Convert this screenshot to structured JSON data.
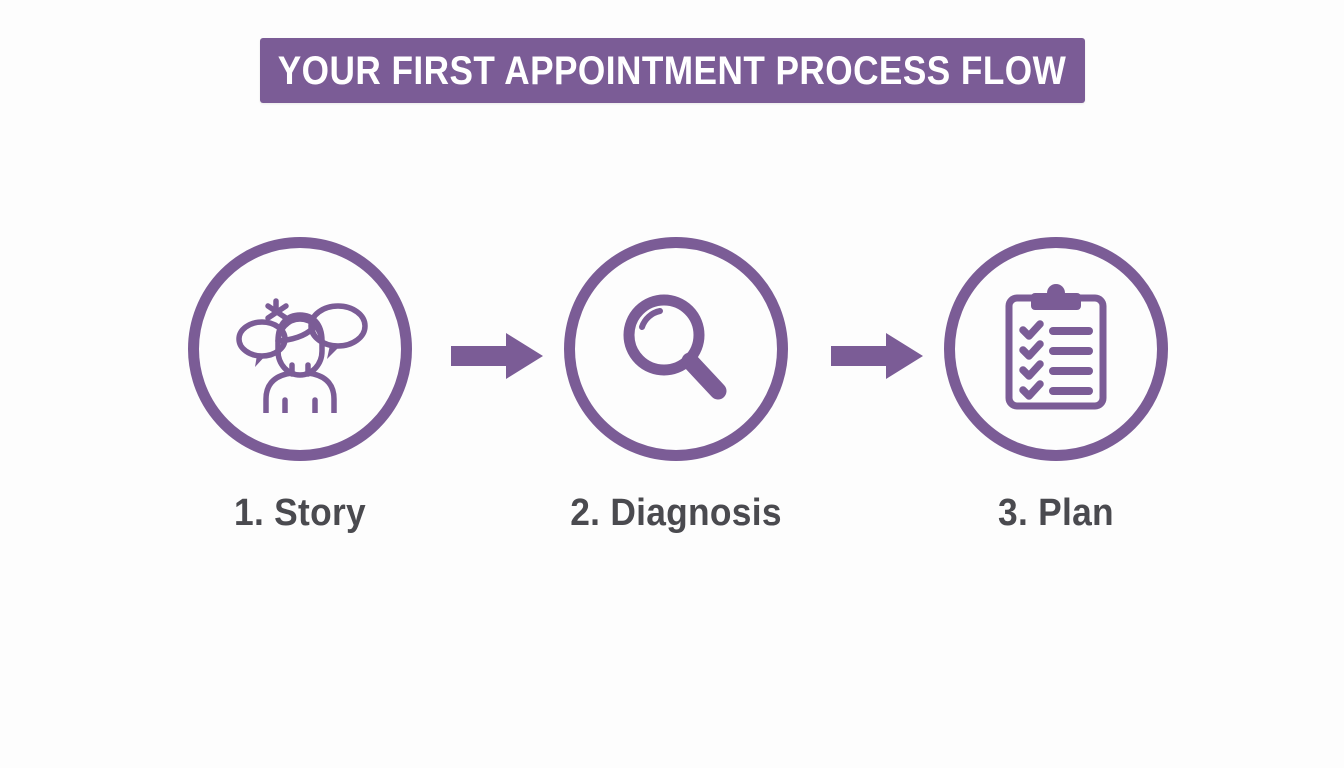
{
  "page": {
    "background_color": "#fdfdfd",
    "accent_color": "#7B5C96",
    "label_color": "#4a4a4f"
  },
  "header": {
    "title": "YOUR FIRST APPOINTMENT PROCESS FLOW",
    "banner_color": "#7B5C96",
    "title_color": "#ffffff"
  },
  "flow": {
    "steps": [
      {
        "label": "1. Story",
        "icon": "person-speech-bubbles-icon",
        "circle_color": "#7B5C96"
      },
      {
        "label": "2. Diagnosis",
        "icon": "magnifying-glass-icon",
        "circle_color": "#7B5C96"
      },
      {
        "label": "3. Plan",
        "icon": "clipboard-checklist-icon",
        "circle_color": "#7B5C96"
      }
    ],
    "connectors": [
      {
        "icon": "arrow-right-icon",
        "color": "#7B5C96"
      },
      {
        "icon": "arrow-right-icon",
        "color": "#7B5C96"
      }
    ]
  }
}
